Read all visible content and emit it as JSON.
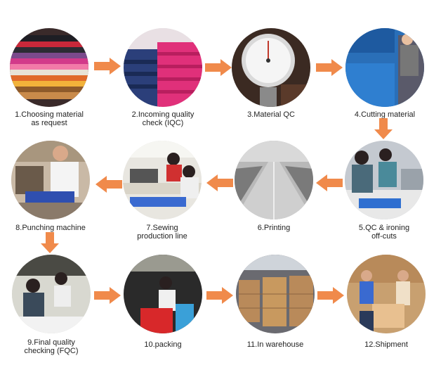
{
  "steps": [
    {
      "label": "1.Choosing material\nas request",
      "icon": "fabric-rolls-photo"
    },
    {
      "label": "2.Incoming quality\ncheck (IQC)",
      "icon": "fabric-stacks-photo"
    },
    {
      "label": "3.Material QC",
      "icon": "thickness-gauge-photo"
    },
    {
      "label": "4.Cutting material",
      "icon": "cutting-machine-photo"
    },
    {
      "label": "5.QC & ironing\noff-cuts",
      "icon": "ironing-workers-photo"
    },
    {
      "label": "6.Printing",
      "icon": "printing-hall-photo"
    },
    {
      "label": "7.Sewing\nproduction line",
      "icon": "sewing-line-photo"
    },
    {
      "label": "8.Punching machine",
      "icon": "punching-machine-photo"
    },
    {
      "label": "9.Final quality\nchecking (FQC)",
      "icon": "final-check-photo"
    },
    {
      "label": "10.packing",
      "icon": "packing-photo"
    },
    {
      "label": "11.In warehouse",
      "icon": "warehouse-photo"
    },
    {
      "label": "12.Shipment",
      "icon": "shipment-photo"
    }
  ],
  "colors": {
    "arrow": "#f08a4b",
    "text": "#222222"
  }
}
